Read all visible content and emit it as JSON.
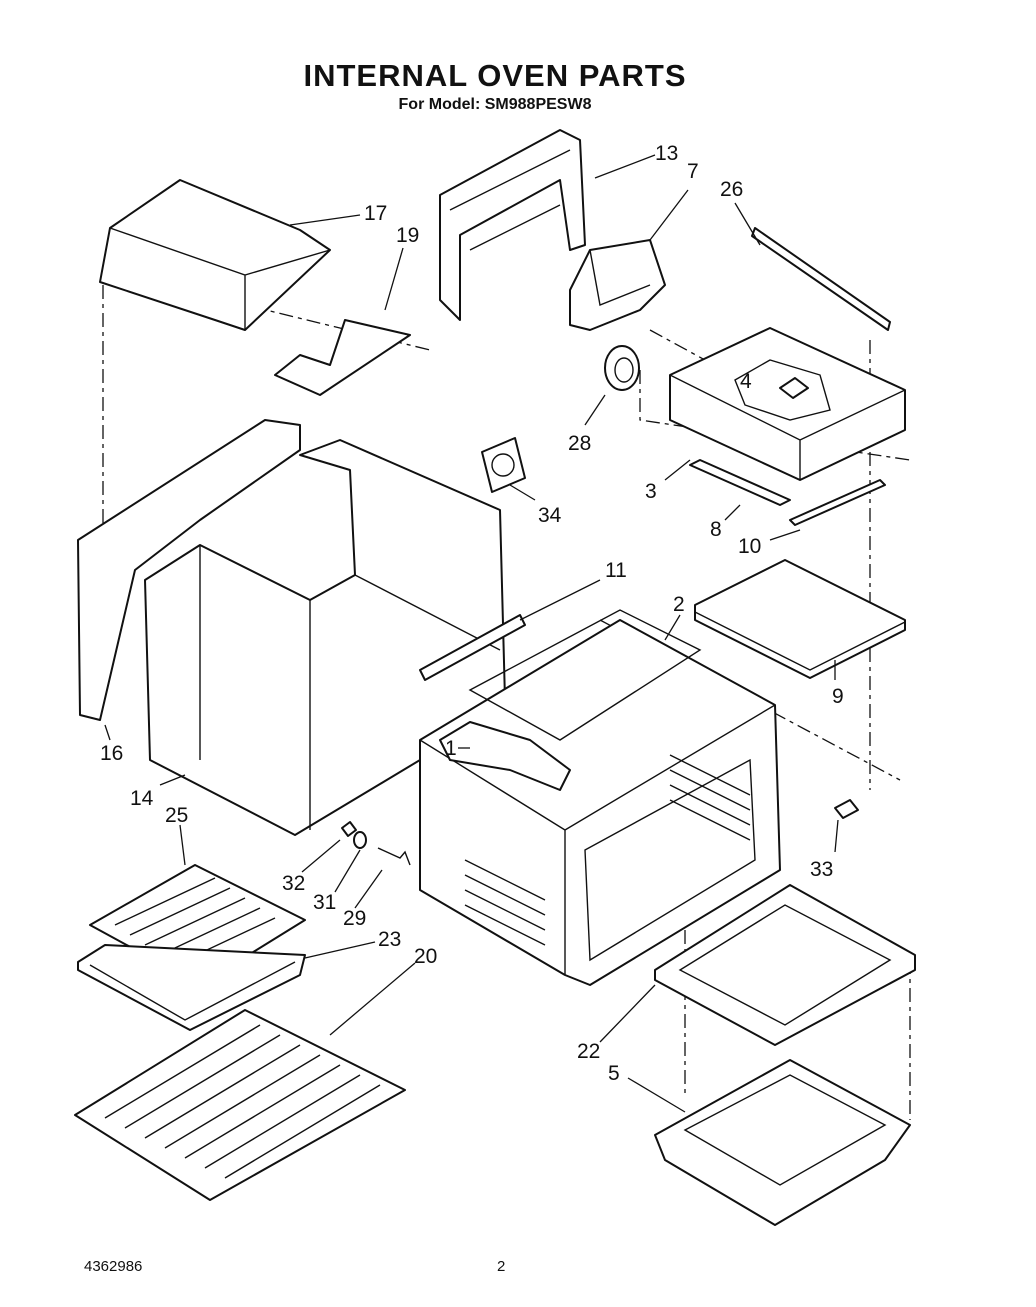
{
  "page": {
    "title": "INTERNAL OVEN PARTS",
    "model_label": "For Model:",
    "model_number": "SM988PESW8",
    "document_number": "4362986",
    "page_number": "2"
  },
  "part_callouts": [
    "13",
    "7",
    "26",
    "17",
    "19",
    "4",
    "28",
    "3",
    "34",
    "8",
    "10",
    "11",
    "2",
    "9",
    "1",
    "16",
    "14",
    "25",
    "32",
    "31",
    "29",
    "33",
    "23",
    "20",
    "22",
    "5"
  ]
}
